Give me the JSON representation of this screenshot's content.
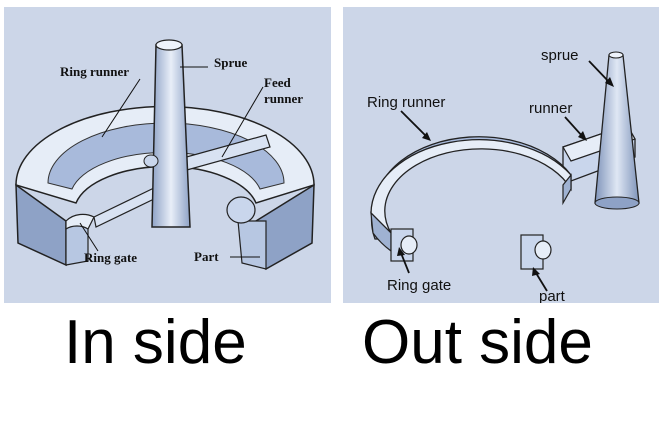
{
  "inside_panel": {
    "labels": {
      "ring_runner": "Ring runner",
      "sprue": "Sprue",
      "feed_runner": "Feed\nrunner",
      "ring_gate": "Ring gate",
      "part": "Part"
    },
    "caption": "In side"
  },
  "outside_panel": {
    "labels": {
      "sprue": "sprue",
      "runner": "runner",
      "ring_runner": "Ring runner",
      "ring_gate": "Ring gate",
      "part": "part"
    },
    "caption": "Out side"
  },
  "colors": {
    "panel_background": "#ccd6e8",
    "part_light": "#e6edf7",
    "part_mid": "#9fb2d2",
    "part_dark": "#6f84aa",
    "outline": "#222222"
  }
}
